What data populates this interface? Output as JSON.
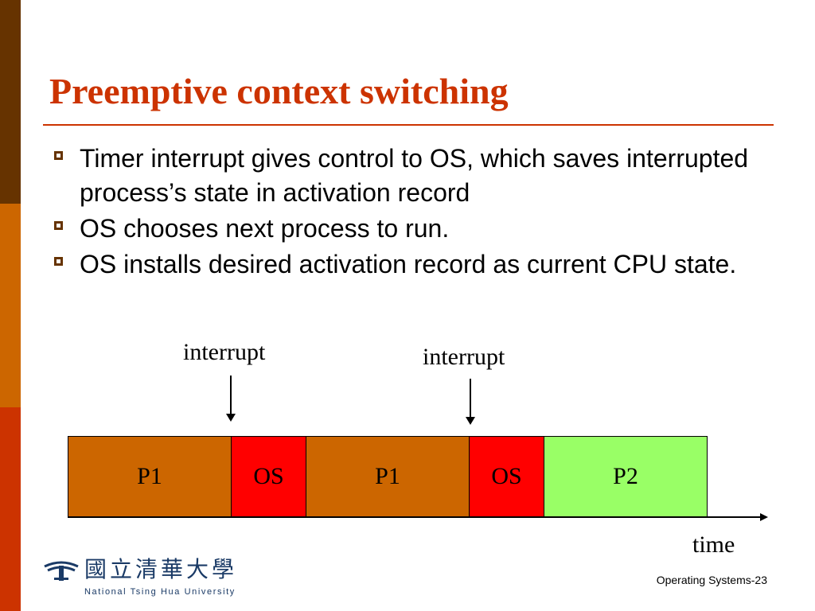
{
  "slide": {
    "title": "Preemptive context switching",
    "bullets": [
      "Timer interrupt gives control to OS, which saves interrupted process’s state in activation record",
      "OS chooses next process to run.",
      "OS installs desired activation record as current CPU state."
    ],
    "colors": {
      "title": "#cc3300",
      "stripe_top": "#663300",
      "stripe_middle": "#cc6600",
      "stripe_bottom": "#cc3300"
    }
  },
  "diagram": {
    "interrupt_labels": [
      "interrupt",
      "interrupt"
    ],
    "segments": [
      {
        "label": "P1",
        "kind": "process",
        "color": "#cc6600"
      },
      {
        "label": "OS",
        "kind": "os",
        "color": "#ff0000"
      },
      {
        "label": "P1",
        "kind": "process",
        "color": "#cc6600"
      },
      {
        "label": "OS",
        "kind": "os",
        "color": "#ff0000"
      },
      {
        "label": "P2",
        "kind": "process",
        "color": "#99ff66"
      }
    ],
    "axis_label": "time"
  },
  "logo": {
    "chinese_name": "國立清華大學",
    "english_name": "National Tsing Hua University"
  },
  "footer": {
    "page_label": "Operating Systems-23"
  }
}
